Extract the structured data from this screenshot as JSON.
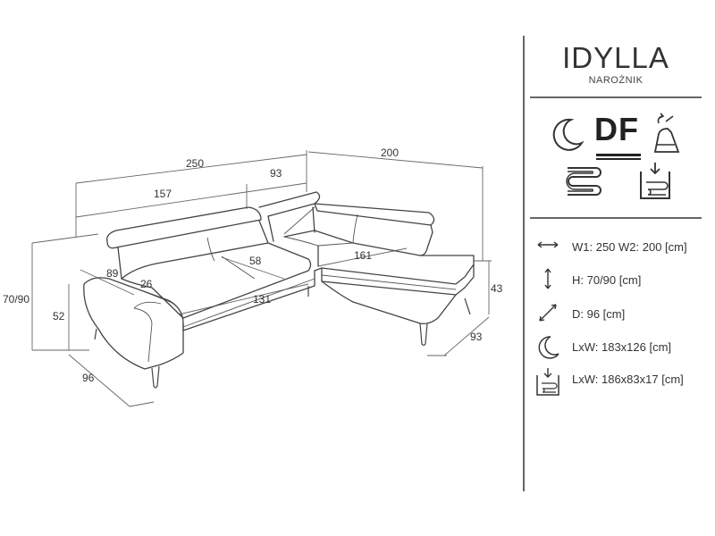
{
  "product": {
    "name": "IDYLLA",
    "type": "NAROŻNIK"
  },
  "feature_icons": [
    {
      "name": "sleep-function-icon"
    },
    {
      "name": "df-label",
      "text": "DF"
    },
    {
      "name": "adjustable-headrest-icon"
    },
    {
      "name": "wavy-spring-icon"
    },
    {
      "name": "storage-container-icon"
    }
  ],
  "specs": [
    {
      "icon": "width-arrow-icon",
      "text": "W1: 250 W2: 200 [cm]"
    },
    {
      "icon": "height-arrow-icon",
      "text": "H: 70/90 [cm]"
    },
    {
      "icon": "depth-arrow-icon",
      "text": "D: 96 [cm]"
    },
    {
      "icon": "sleep-moon-icon",
      "text": "LxW: 183x126 [cm]"
    },
    {
      "icon": "storage-box-icon",
      "text": "LxW: 186x83x17 [cm]"
    }
  ],
  "dimensions": {
    "total_width": "250",
    "left_seat_width": "157",
    "corner_width": "93",
    "right_width": "200",
    "height": "70/90",
    "armrest_height": "52",
    "depth": "96",
    "armrest_depth": "89",
    "armrest_width": "26",
    "seat_depth": "58",
    "chaise_length": "161",
    "seat_length": "131",
    "seat_height": "43",
    "chaise_depth": "93"
  }
}
